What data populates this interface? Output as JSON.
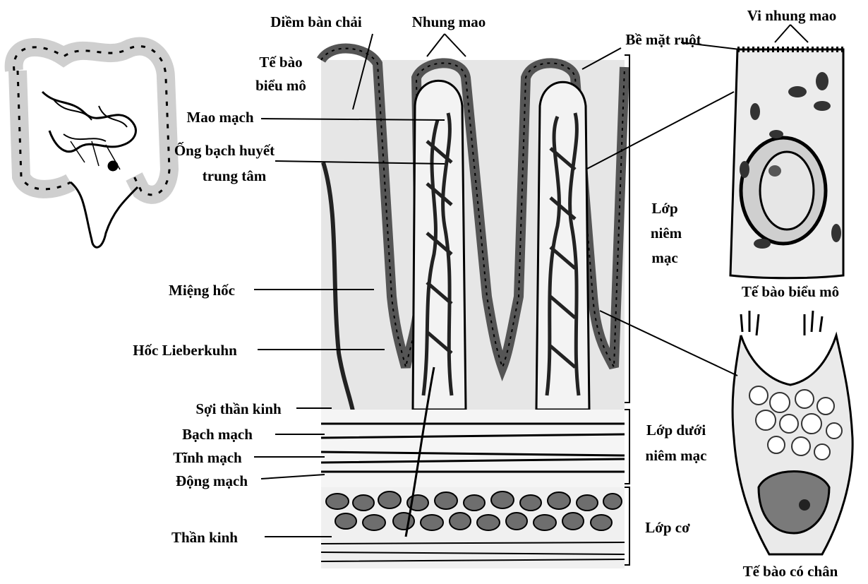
{
  "labels": {
    "brush_border": "Diềm bàn chải",
    "villi": "Nhung mao",
    "microvilli": "Vi nhung mao",
    "intestinal_surface": "Bề mặt ruột",
    "epithelial_cell_l1": "Tế bào",
    "epithelial_cell_l2": "biểu mô",
    "capillary": "Mao mạch",
    "central_lymph_l1": "Ống bạch huyết",
    "central_lymph_l2": "trung tâm",
    "crypt_opening": "Miệng hốc",
    "crypt_lieberkuhn": "Hốc Lieberkuhn",
    "nerve_fiber": "Sợi thần kinh",
    "lymph_vessel": "Bạch mạch",
    "vein": "Tĩnh mạch",
    "artery": "Động mạch",
    "nerve": "Thần kinh",
    "mucosa_l1": "Lớp",
    "mucosa_l2": "niêm",
    "mucosa_l3": "mạc",
    "submucosa_l1": "Lớp dưới",
    "submucosa_l2": "niêm mạc",
    "muscle_layer": "Lớp cơ",
    "epithelial_caption": "Tế bào biểu mô",
    "goblet_caption": "Tế bào có chân"
  },
  "colors": {
    "ink": "#000000",
    "paper": "#ffffff",
    "tissue": "#d9d9d9",
    "shade": "#9a9a9a",
    "vessel": "#2b2b2b"
  }
}
